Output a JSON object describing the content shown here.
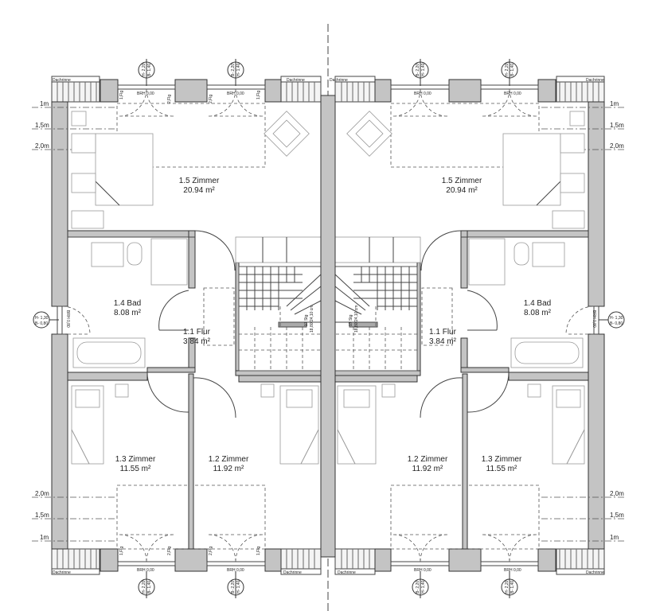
{
  "plan": {
    "rooms_left": [
      {
        "name": "1.5 Zimmer",
        "area": "20.94 m²"
      },
      {
        "name": "1.4 Bad",
        "area": "8.08 m²"
      },
      {
        "name": "1.1 Flur",
        "area": "3.84 m²"
      },
      {
        "name": "1.3 Zimmer",
        "area": "11.55 m²"
      },
      {
        "name": "1.2 Zimmer",
        "area": "11.92 m²"
      }
    ],
    "rooms_right": [
      {
        "name": "1.5 Zimmer",
        "area": "20.94 m²"
      },
      {
        "name": "1.4 Bad",
        "area": "8.08 m²"
      },
      {
        "name": "1.1 Flur",
        "area": "3.84 m²"
      },
      {
        "name": "1.2 Zimmer",
        "area": "11.92 m²"
      },
      {
        "name": "1.3 Zimmer",
        "area": "11.55 m²"
      }
    ],
    "levels_top": [
      "1m",
      "1,5m",
      "2,0m"
    ],
    "levels_bottom": [
      "2,0m",
      "1,5m",
      "1m"
    ],
    "gutter_label": "Dachrinne",
    "sill_label": "BRH 0,00",
    "side_sill_label": "BRH 0,80",
    "window_tag_a": {
      "h": "H- 2,20",
      "b": "B- 1,40"
    },
    "window_tag_b": {
      "h": "H- 1,40",
      "b": "B- 2,20"
    },
    "side_window_tag": {
      "h": "H- 1,30",
      "b": "B- 0,80"
    },
    "door_leaf_1": "1,Flg",
    "door_leaf_2": "2,Flg",
    "stair_steps": "17 Stg",
    "stair_rise": "18,80/24,10 cm"
  }
}
